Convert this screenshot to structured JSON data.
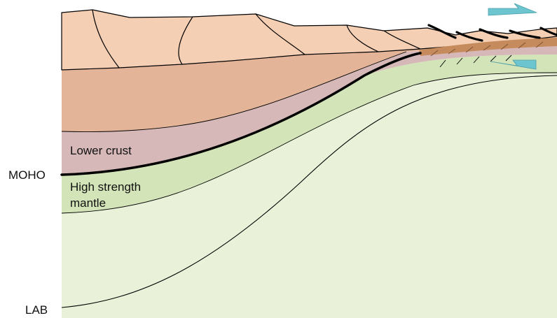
{
  "labels": {
    "lower_crust": "Lower crust",
    "mantle_line1": "High strength",
    "mantle_line2": "mantle",
    "moho": "MOHO",
    "lab": "LAB"
  },
  "colors": {
    "upper_crust": "#f5cfb4",
    "middle_crust": "#e3b497",
    "lower_crust": "#d7b8b9",
    "strong_mantle": "#d4e4b9",
    "lithospheric_mantle": "#e9f2d8",
    "shear_zone": "#c68b5c",
    "arrows": "#6dc6cf",
    "lines": "#000000"
  },
  "features": {
    "moho_line": "thick-black",
    "fault_blocks": "tilted-normal-fault-blocks",
    "shear_sense": "top-to-right"
  }
}
